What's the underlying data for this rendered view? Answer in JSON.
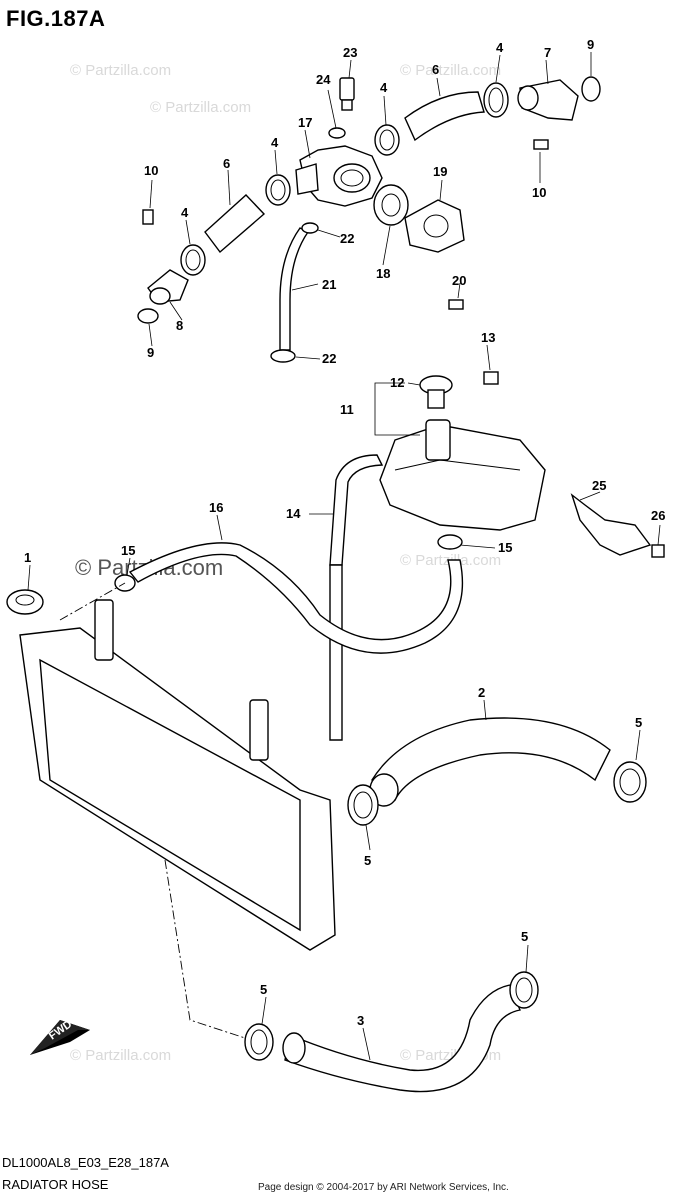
{
  "figure": {
    "title": "FIG.187A",
    "code": "DL1000AL8_E03_E28_187A",
    "name": "RADIATOR HOSE",
    "credit": "Page design © 2004-2017 by ARI Network Services, Inc.",
    "direction_label": "FWD"
  },
  "watermarks": {
    "small": "© Partzilla.com",
    "large": "© Partzilla.com"
  },
  "callouts": [
    "23",
    "4",
    "7",
    "9",
    "24",
    "6",
    "4",
    "17",
    "10",
    "6",
    "4",
    "19",
    "10",
    "4",
    "22",
    "21",
    "18",
    "20",
    "8",
    "9",
    "22",
    "13",
    "12",
    "11",
    "25",
    "16",
    "14",
    "26",
    "1",
    "15",
    "15",
    "2",
    "5",
    "5",
    "5",
    "5",
    "3"
  ],
  "parts": [
    "radiator-cap",
    "radiator",
    "radiator-hose-2",
    "radiator-hose-3",
    "hose-clamp",
    "thermostat-cap",
    "thermostat-connector",
    "o-ring",
    "bolt",
    "water-hose",
    "thermostat-case",
    "water-temperature-sensor",
    "reservoir-tank",
    "reservoir-tank-cap",
    "reservoir-tank-hose",
    "overflow-hose",
    "reservoir-bracket",
    "thermostat",
    "thermostat-cover",
    "water-by-pass-hose",
    "clip"
  ]
}
